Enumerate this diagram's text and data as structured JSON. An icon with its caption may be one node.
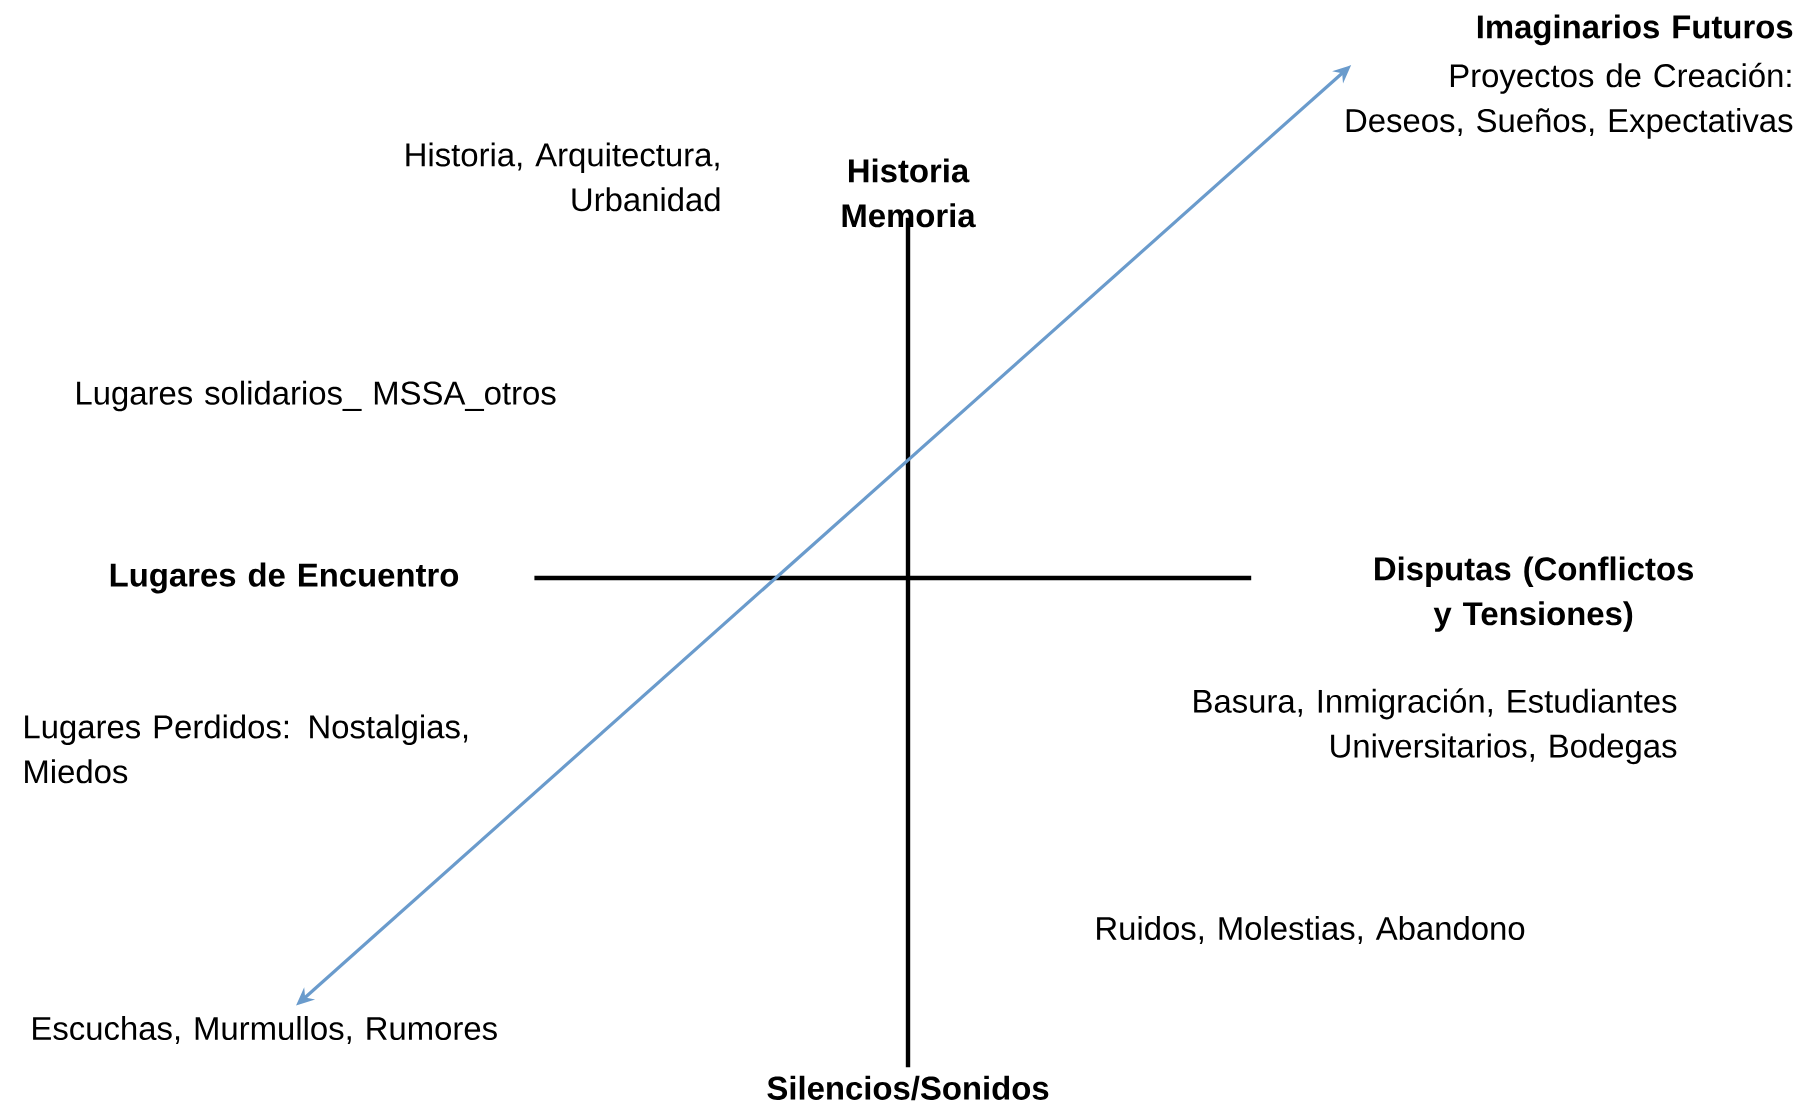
{
  "diagram": {
    "nodes": [
      {
        "text": [
          "Historia Memoria"
        ]
      },
      {
        "text": [
          "Silencios/Sonidos"
        ]
      },
      {
        "text": [
          "Lugares de Encuentro"
        ]
      },
      {
        "text": [
          "Disputas (Conflictos y Tensiones)"
        ]
      },
      {
        "text": [
          "Imaginarios Futuros",
          "Proyectos de Creación: Deseos, Sueños, Expectativas"
        ]
      },
      {
        "text": [
          "Escuchas, Murmullos, Rumores"
        ]
      }
    ],
    "edges": [
      {
        "from": 0,
        "to": 1,
        "arrow": "none"
      },
      {
        "from": 2,
        "to": 3,
        "arrow": "none"
      },
      {
        "from": 5,
        "to": 4,
        "arrow": "both",
        "color": "#6a9bcc"
      }
    ],
    "labels": [
      "Historia, Arquitectura, Urbanidad",
      "Lugares solidarios_ MSSA_otros",
      "Lugares Perdidos: Nostalgias, Miedos",
      "Basura, Inmigración, Estudiantes Universitarios, Bodegas",
      "Ruidos, Molestias, Abandono"
    ]
  }
}
